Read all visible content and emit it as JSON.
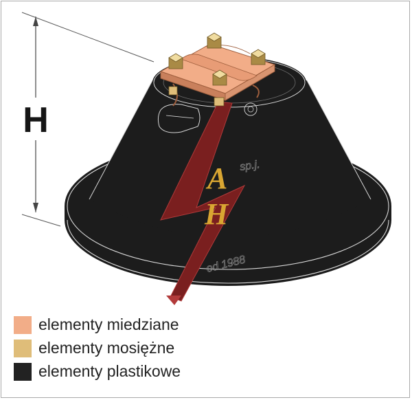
{
  "dimension": {
    "label": "H"
  },
  "base_marks": {
    "sp_j": "sp.j.",
    "since": "od 1988",
    "logo_letter_1": "A",
    "logo_letter_2": "H"
  },
  "legend": {
    "items": [
      {
        "label": "elementy miedziane",
        "color": "#f2ad88"
      },
      {
        "label": "elementy mosiężne",
        "color": "#dfbd79"
      },
      {
        "label": "elementy plastikowe",
        "color": "#222222"
      }
    ]
  },
  "colors": {
    "plastic": "#1c1c1c",
    "outline": "#d9d9d9",
    "copper": "#f2ad88",
    "copper_shade": "#c9805c",
    "brass": "#dfbd79",
    "brass_shade": "#a98a45",
    "bolt_top": "#f0dca0",
    "lightning": "#7a1f1f",
    "logo": "#d9a632",
    "mark_text": "#5c5c5c"
  }
}
